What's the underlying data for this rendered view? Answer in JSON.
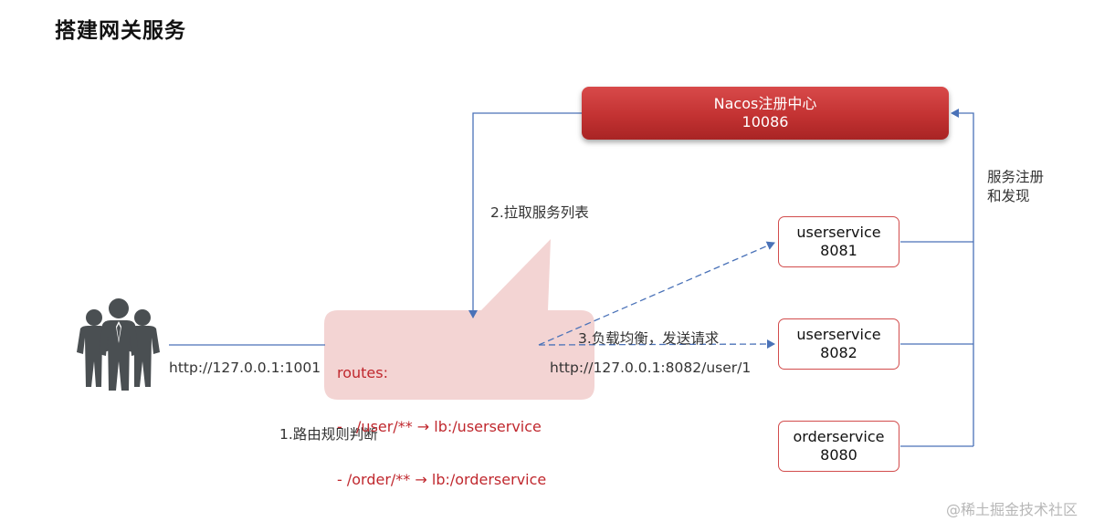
{
  "title": "搭建网关服务",
  "nacos": {
    "line1": "Nacos注册中心",
    "line2": "10086"
  },
  "services": [
    {
      "name": "userservice",
      "port": "8081"
    },
    {
      "name": "userservice",
      "port": "8082"
    },
    {
      "name": "orderservice",
      "port": "8080"
    }
  ],
  "labels": {
    "register": [
      "服务注册",
      "和发现"
    ],
    "pull": "2.拉取服务列表",
    "load_balance": "3.负载均衡，发送请求",
    "route_judge": "1.路由规则判断",
    "client_url": "http://127.0.0.1:1001",
    "target_url": "http://127.0.0.1:8082/user/1"
  },
  "routes": {
    "header": "routes:",
    "rules": [
      "-   /user/** → lb:/userservice",
      "- /order/** → lb:/orderservice"
    ]
  },
  "watermark": "@稀土掘金技术社区",
  "colors": {
    "nacos": "#c33232",
    "route_text": "#c0282e",
    "bubble": "#f3d4d3",
    "arrow": "#4a72b8",
    "service_border": "#d24c4c"
  },
  "icons": [
    "people-group-icon"
  ]
}
